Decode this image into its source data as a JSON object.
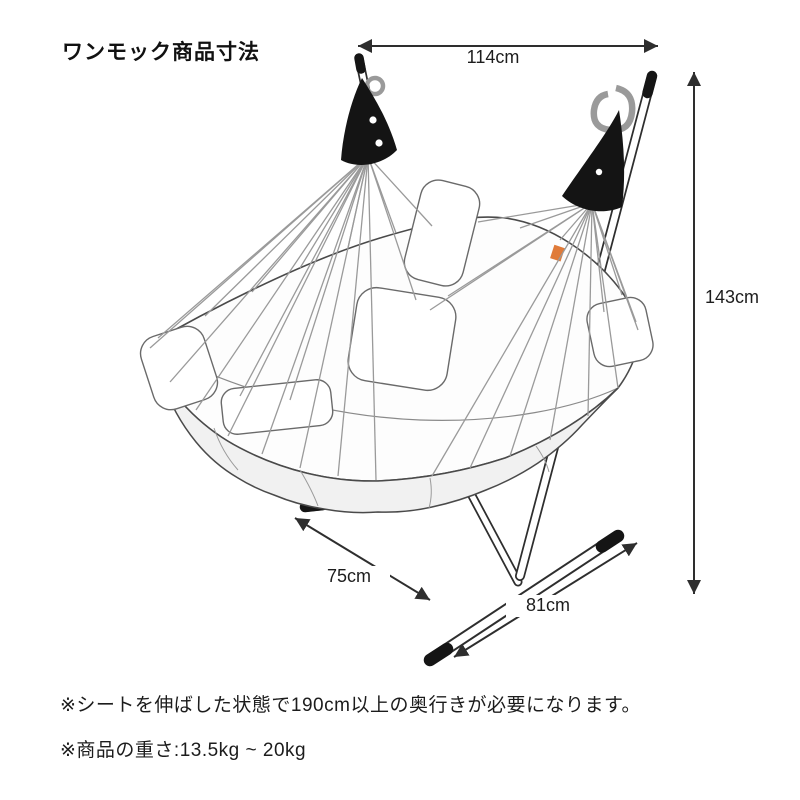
{
  "page": {
    "title": "ワンモック商品寸法",
    "background_color": "#ffffff"
  },
  "dimensions": {
    "top_width": {
      "label": "114cm",
      "meaning": "width between stand tops"
    },
    "height": {
      "label": "143cm",
      "meaning": "overall stand height"
    },
    "depth": {
      "label": "75cm",
      "meaning": "base depth"
    },
    "base_length": {
      "label": "81cm",
      "meaning": "base bar length"
    }
  },
  "illustration": {
    "name": "hammock-on-stand-line-drawing",
    "parts": [
      "stand-pole",
      "base-bars",
      "hanging-hook",
      "hanging-cap",
      "suspension-strings",
      "hammock-fabric",
      "pillows",
      "fabric-tag"
    ],
    "colors": {
      "outline": "#2e2e2e",
      "fabric_light": "#fdfdfd",
      "fabric_shade": "#f1f1f1",
      "string_gray": "#9a9a9a",
      "cap_black": "#141414",
      "tag_orange": "#e07b39"
    }
  },
  "notes": [
    "※シートを伸ばした状態で190cm以上の奥行きが必要になります。",
    "※商品の重さ:13.5kg ~ 20kg"
  ]
}
